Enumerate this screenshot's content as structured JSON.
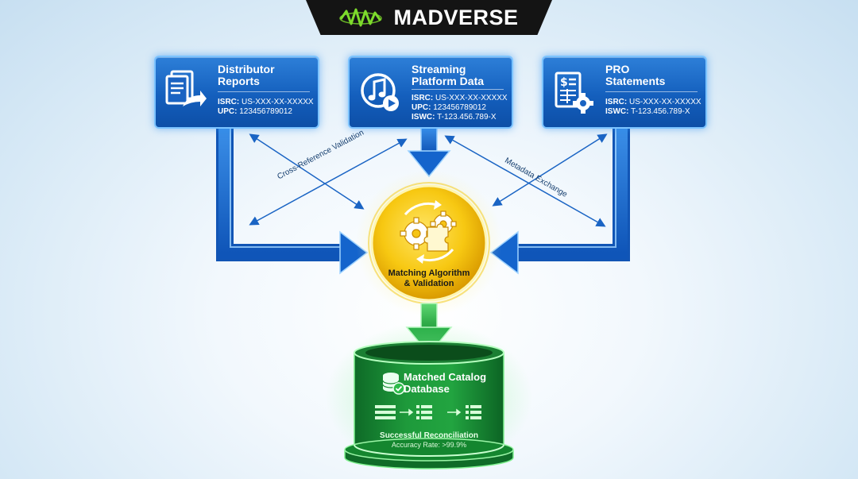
{
  "header": {
    "brand_name": "MADVERSE",
    "logo_icon": "waveform-logo-icon",
    "accent_color": "#7ddb2c"
  },
  "sources": [
    {
      "title": "Distributor\nReports",
      "icon": "documents-export-icon",
      "lines": [
        {
          "key": "ISRC:",
          "value": "US-XXX-XX-XXXXX"
        },
        {
          "key": "UPC:",
          "value": "123456789012"
        }
      ]
    },
    {
      "title": "Streaming\nPlatform Data",
      "icon": "music-note-play-icon",
      "lines": [
        {
          "key": "ISRC:",
          "value": "US-XXX-XX-XXXXX"
        },
        {
          "key": "UPC:",
          "value": "123456789012"
        },
        {
          "key": "ISWC:",
          "value": "T-123.456.789-X"
        }
      ]
    },
    {
      "title": "PRO\nStatements",
      "icon": "statement-gear-icon",
      "lines": [
        {
          "key": "ISRC:",
          "value": "US-XXX-XX-XXXXX"
        },
        {
          "key": "ISWC:",
          "value": "T-123.456.789-X"
        }
      ]
    }
  ],
  "connections": {
    "left_label": "Cross-Reference Validation",
    "right_label": "Metadata Exchange"
  },
  "hub": {
    "label_line1": "Matching Algorithm",
    "label_line2": "& Validation",
    "icon": "puzzle-gears-icon",
    "color": "#f2c313"
  },
  "database": {
    "title_line1": "Matched Catalog",
    "title_line2": "Database",
    "icon": "database-check-icon",
    "status": "Successful Reconciliation",
    "accuracy": "Accuracy Rate: >99.9%",
    "color": "#1f9a3a"
  },
  "colors": {
    "arrow_blue": "#1769d6",
    "arrow_green": "#2db84a",
    "background": "#e3f0fa"
  }
}
